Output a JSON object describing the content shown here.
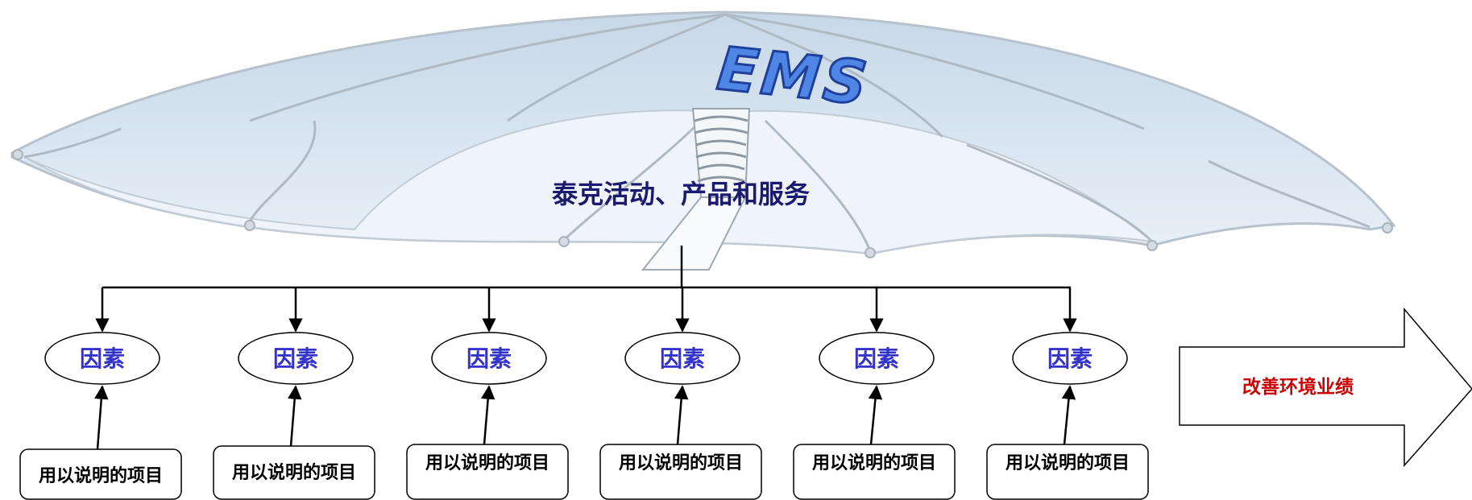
{
  "logo": "EMS",
  "umbrella_label": "泰克活动、产品和服务",
  "factors": [
    {
      "label": "因素",
      "item": "用以说明的项目"
    },
    {
      "label": "因素",
      "item": "用以说明的项目"
    },
    {
      "label": "因素",
      "item": "用以说明的项目"
    },
    {
      "label": "因素",
      "item": "用以说明的项目"
    },
    {
      "label": "因素",
      "item": "用以说明的项目"
    },
    {
      "label": "因素",
      "item": "用以说明的项目"
    }
  ],
  "result_arrow": "改善环境业绩",
  "colors": {
    "factor_text": "#3333cc",
    "umbrella_text": "#1a1a6e",
    "result_text": "#cc0000",
    "umbrella_fill": "#dbe7f2",
    "logo_fill": "#4f86e6"
  }
}
